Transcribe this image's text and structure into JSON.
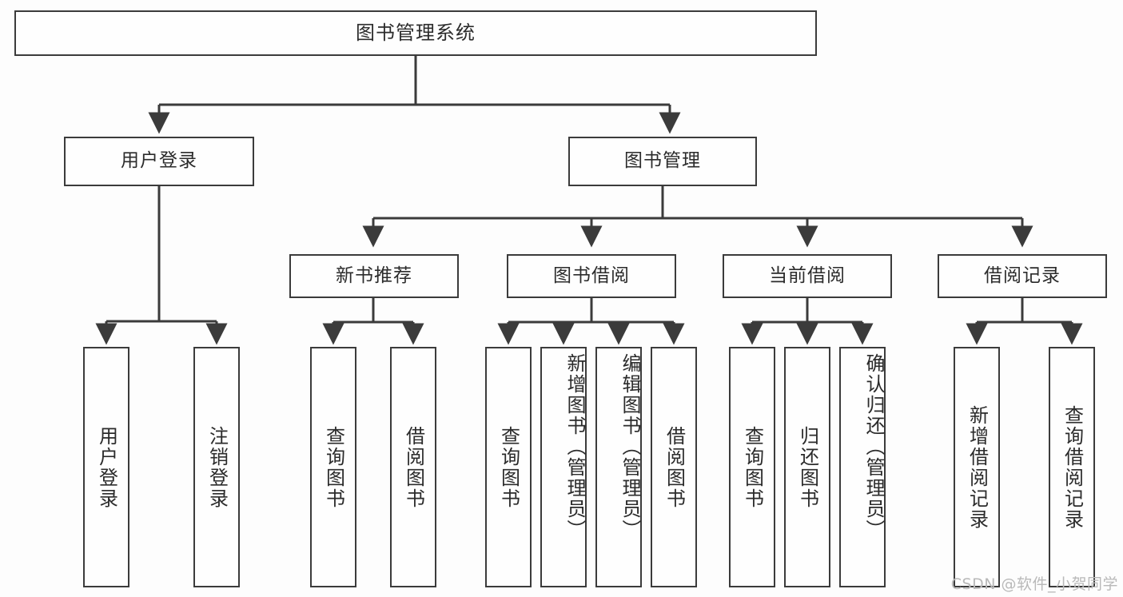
{
  "diagram": {
    "title": "图书管理系统",
    "type": "tree-hierarchy",
    "watermark": "CSDN @软件_小贺同学",
    "colors": {
      "background": "#fdfdfd",
      "node_fill": "#fefefe",
      "node_border": "#3b3b3b",
      "edge": "#3b3b3b",
      "text": "#2b2b2b",
      "watermark": "#b9b9b9"
    },
    "levels": {
      "level1": [
        {
          "id": "root",
          "label": "图书管理系统"
        }
      ],
      "level2": [
        {
          "id": "user-login",
          "label": "用户登录",
          "parent": "root"
        },
        {
          "id": "book-manage",
          "label": "图书管理",
          "parent": "root"
        }
      ],
      "level3": [
        {
          "id": "new-book-rec",
          "label": "新书推荐",
          "parent": "book-manage"
        },
        {
          "id": "book-borrow",
          "label": "图书借阅",
          "parent": "book-manage"
        },
        {
          "id": "current-borrow",
          "label": "当前借阅",
          "parent": "book-manage"
        },
        {
          "id": "borrow-record",
          "label": "借阅记录",
          "parent": "book-manage"
        }
      ],
      "leaves": [
        {
          "id": "leaf-user-login",
          "label": "用户登录",
          "parent": "user-login"
        },
        {
          "id": "leaf-logout",
          "label": "注销登录",
          "parent": "user-login"
        },
        {
          "id": "leaf-query-book-1",
          "label": "查询图书",
          "parent": "new-book-rec"
        },
        {
          "id": "leaf-borrow-book-1",
          "label": "借阅图书",
          "parent": "new-book-rec"
        },
        {
          "id": "leaf-query-book-2",
          "label": "查询图书",
          "parent": "book-borrow"
        },
        {
          "id": "leaf-add-book",
          "label": "新增图书（管理员）",
          "parent": "book-borrow"
        },
        {
          "id": "leaf-edit-book",
          "label": "编辑图书（管理员）",
          "parent": "book-borrow"
        },
        {
          "id": "leaf-borrow-book-2",
          "label": "借阅图书",
          "parent": "book-borrow"
        },
        {
          "id": "leaf-query-book-3",
          "label": "查询图书",
          "parent": "current-borrow"
        },
        {
          "id": "leaf-return-book",
          "label": "归还图书",
          "parent": "current-borrow"
        },
        {
          "id": "leaf-confirm-return",
          "label": "确认归还（管理员）",
          "parent": "current-borrow"
        },
        {
          "id": "leaf-add-record",
          "label": "新增借阅记录",
          "parent": "borrow-record"
        },
        {
          "id": "leaf-query-record",
          "label": "查询借阅记录",
          "parent": "borrow-record"
        }
      ]
    }
  }
}
